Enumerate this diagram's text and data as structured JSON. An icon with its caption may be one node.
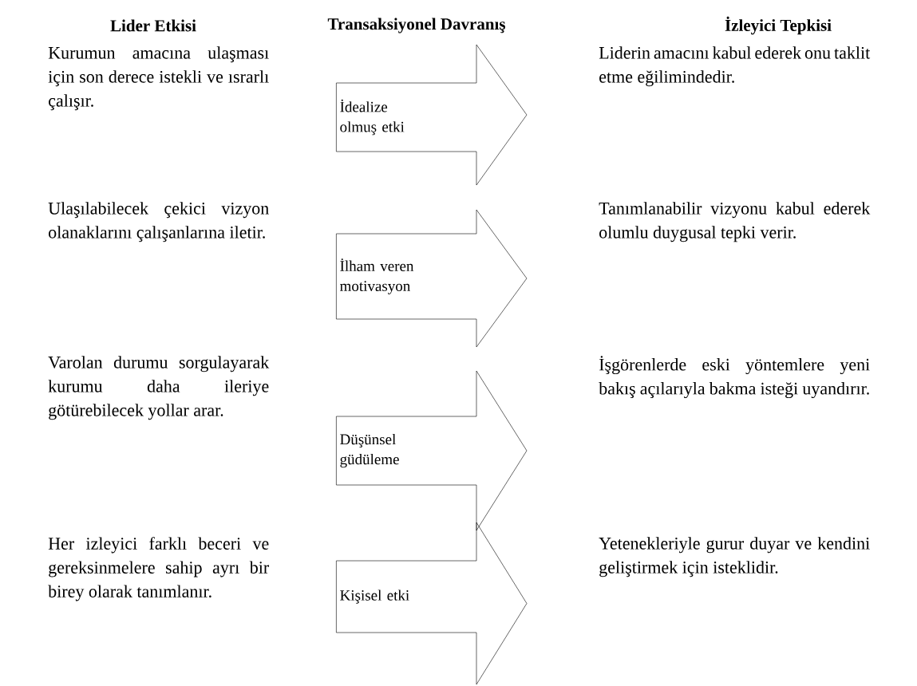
{
  "diagram": {
    "nodes": [
      {
        "text": [
          "Kurumun amacına ulaşması için son derece istekli ve ısrarlı çalışır."
        ]
      },
      {
        "text": [
          "Liderin amacını kabul ederek onu taklit etme eğilimindedir."
        ]
      },
      {
        "text": [
          "Ulaşılabilecek çekici vizyon olanaklarını çalışanlarına iletir."
        ]
      },
      {
        "text": [
          "Tanımlanabilir vizyonu kabul ederek olumlu duygusal tepki verir."
        ]
      },
      {
        "text": [
          "Varolan durumu sorgulayarak kurumu daha ileriye götürebilecek yollar arar."
        ]
      },
      {
        "text": [
          "İşgörenlerde eski yöntemlere yeni bakış açılarıyla bakma isteği uyandırır."
        ]
      },
      {
        "text": [
          "Her izleyici farklı beceri ve gereksinmelere sahip ayrı bir birey olarak tanımlanır."
        ]
      },
      {
        "text": [
          "Yetenekleriyle gurur duyar ve kendini geliştirmek için isteklidir."
        ]
      }
    ],
    "edges": [
      {
        "from": 0,
        "to": 1,
        "arrow": "to",
        "label": "İdealize olmuş etki"
      },
      {
        "from": 2,
        "to": 3,
        "arrow": "to",
        "label": "İlham veren motivasyon"
      },
      {
        "from": 4,
        "to": 5,
        "arrow": "to",
        "label": "Düşünsel güdüleme"
      },
      {
        "from": 6,
        "to": 7,
        "arrow": "to",
        "label": "Kişisel etki"
      }
    ],
    "labels": [
      "Lider Etkisi",
      "Transaksiyonel Davranış",
      "İzleyici Tepkisi"
    ]
  }
}
